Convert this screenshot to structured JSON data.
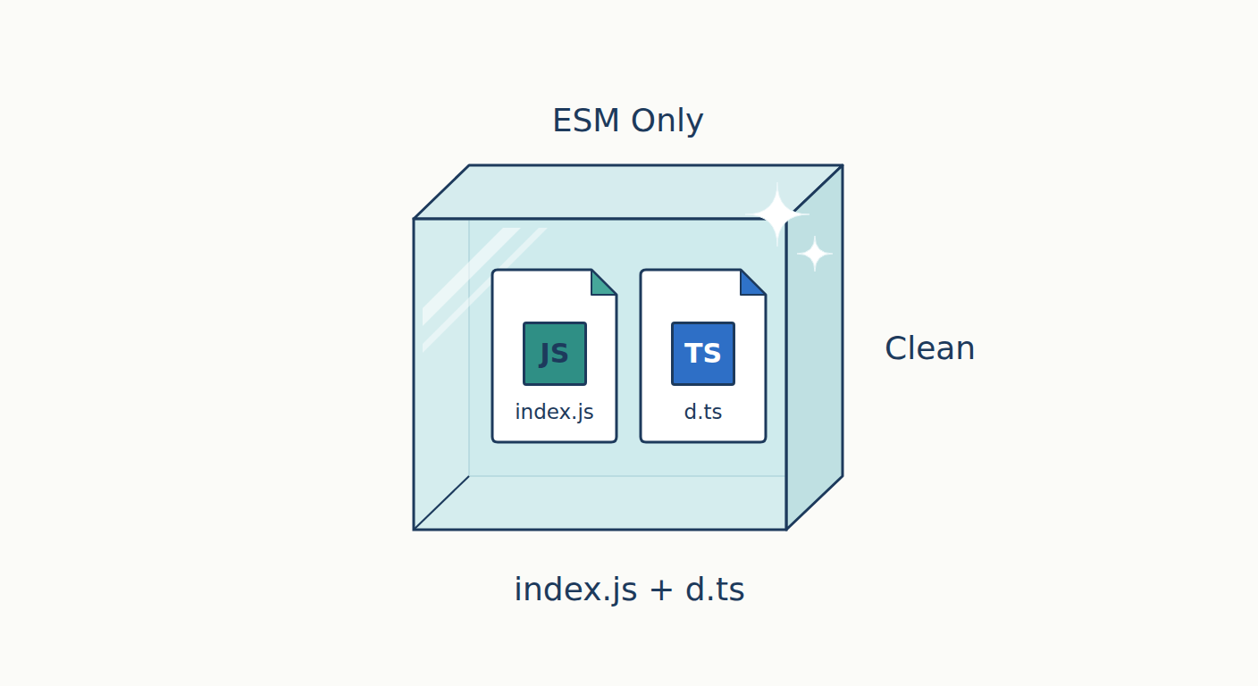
{
  "diagram": {
    "nodes": [
      {
        "text": [
          "ESM Only"
        ]
      },
      {
        "text": [
          "JS",
          "index.js"
        ],
        "in": 0
      },
      {
        "text": [
          "TS",
          "d.ts"
        ],
        "in": 0
      }
    ],
    "labels": [
      "Clean",
      "index.js + d.ts"
    ]
  }
}
